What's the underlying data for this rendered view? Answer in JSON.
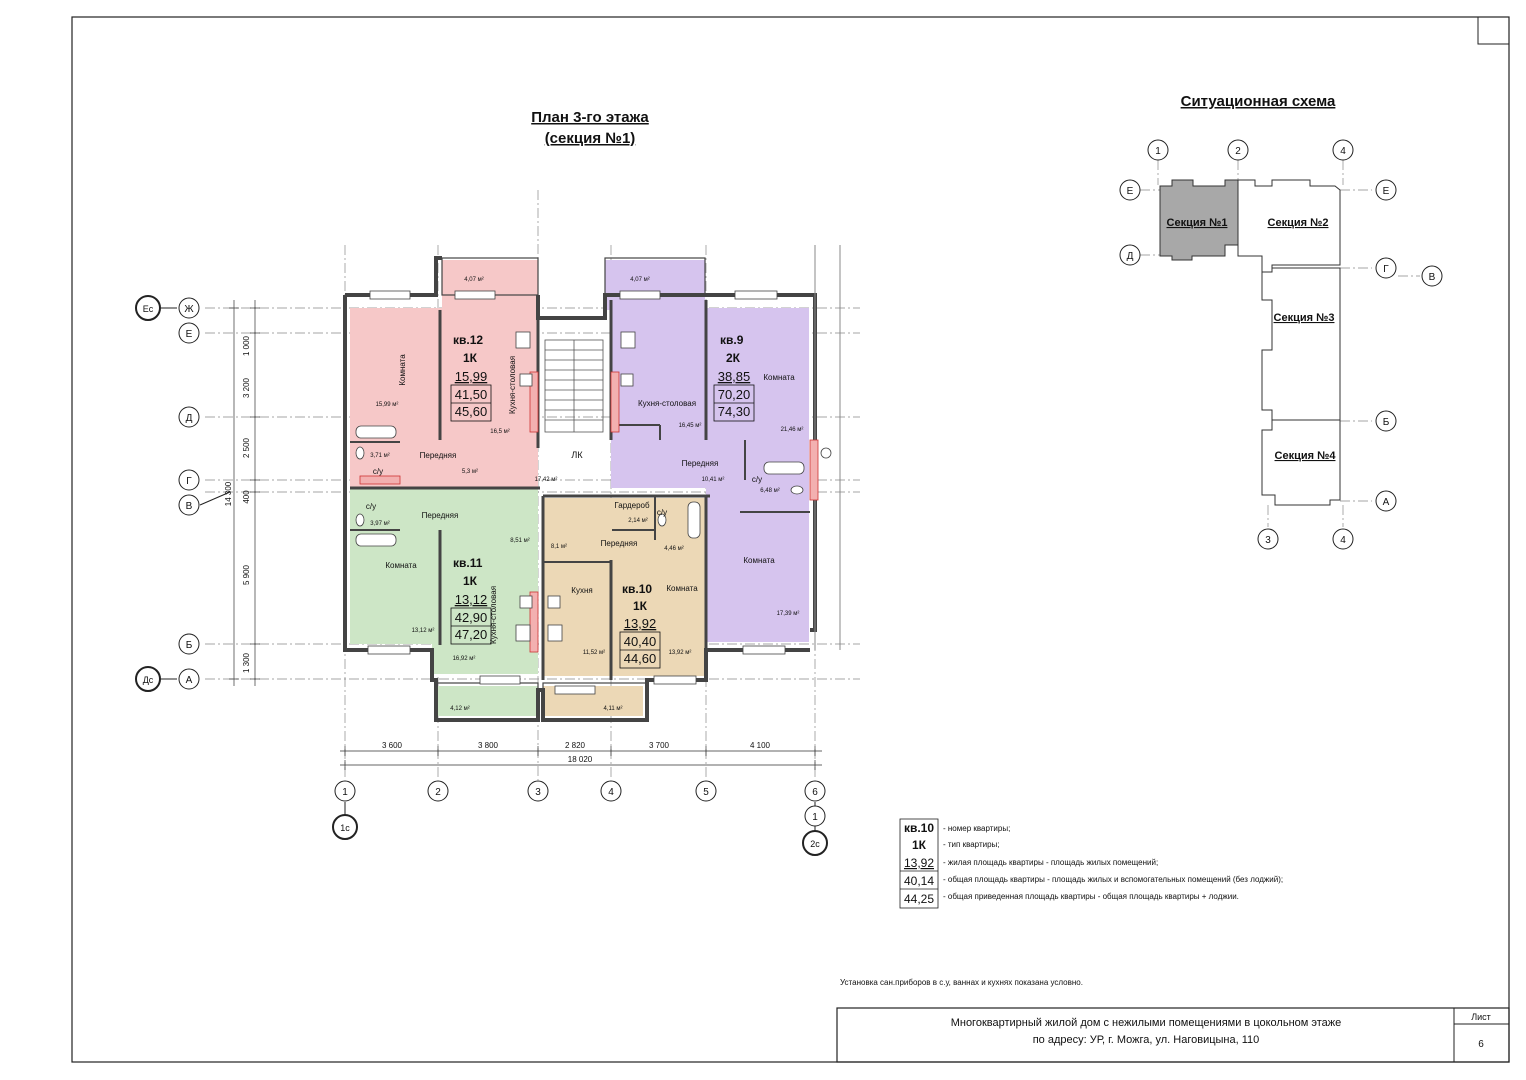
{
  "plan": {
    "title": "План 3-го этажа",
    "subtitle": "(секция №1)",
    "lk_label": "ЛК",
    "apartments": [
      {
        "number": "кв.12",
        "type": "1К",
        "living": "15,99",
        "total": "41,50",
        "reduced": "45,60"
      },
      {
        "number": "кв.9",
        "type": "2К",
        "living": "38,85",
        "total": "70,20",
        "reduced": "74,30"
      },
      {
        "number": "кв.11",
        "type": "1К",
        "living": "13,12",
        "total": "42,90",
        "reduced": "47,20"
      },
      {
        "number": "кв.10",
        "type": "1К",
        "living": "13,92",
        "total": "40,40",
        "reduced": "44,60"
      }
    ],
    "room_names": {
      "room": "Комната",
      "kitchen_dining": "Кухня-столовая",
      "hall": "Передняя",
      "bath": "с/у",
      "kitchen": "Кухня",
      "wardrobe": "Гардероб"
    },
    "areas": {
      "a12_balcony": "4,07 м²",
      "a12_room": "15,99 м²",
      "a12_kitchen": "16,5 м²",
      "a12_bath": "3,71 м²",
      "a12_hall": "5,3 м²",
      "a9_balcony": "4,07 м²",
      "a9_kitchen": "16,45 м²",
      "a9_room1": "21,46 м²",
      "a9_hall": "10,41 м²",
      "a9_bath": "6,48 м²",
      "a9_room2": "17,39 м²",
      "a11_bath": "3,97 м²",
      "a11_hall": "8,51 м²",
      "a11_room": "13,12 м²",
      "a11_kitchen": "16,92 м²",
      "a11_balcony": "4,12 м²",
      "a10_wardrobe": "2,14 м²",
      "a10_hall": "8,1 м²",
      "a10_bath": "4,46 м²",
      "a10_kitchen": "11,52 м²",
      "a10_room": "13,92 м²",
      "a10_balcony": "4,11 м²",
      "lk": "17,42 м²"
    },
    "row_axes": [
      "Ж",
      "Е",
      "Д",
      "Г",
      "В",
      "Б",
      "А"
    ],
    "row_axis_extra": [
      "Ес",
      "Дс"
    ],
    "vertical_dims": [
      "1 000",
      "3 200",
      "2 500",
      "400",
      "5 900",
      "1 300"
    ],
    "vertical_total": "14 300",
    "col_axes": [
      "1",
      "2",
      "3",
      "4",
      "5",
      "6"
    ],
    "col_axis_extra": [
      "1с",
      "1",
      "2с"
    ],
    "horizontal_dims": [
      "3 600",
      "3 800",
      "2 820",
      "3 700",
      "4 100"
    ],
    "horizontal_total": "18 020"
  },
  "situation": {
    "title": "Ситуационная схема",
    "sections": [
      "Секция №1",
      "Секция №2",
      "Секция №3",
      "Секция №4"
    ],
    "col_axes_top": [
      "1",
      "2",
      "4"
    ],
    "col_axes_bottom": [
      "3",
      "4"
    ],
    "row_axes_left": [
      "Е",
      "Д"
    ],
    "row_axes_right": [
      "Е",
      "Г",
      "В",
      "Б",
      "А"
    ]
  },
  "legend": {
    "sample": {
      "number": "кв.10",
      "type": "1К",
      "living": "13,92",
      "total": "40,14",
      "reduced": "44,25"
    },
    "items": [
      "- номер квартиры;",
      "- тип квартиры;",
      "- жилая площадь квартиры - площадь жилых помещений;",
      "- общая площадь квартиры - площадь жилых и вспомогательных помещений (без  лоджий);",
      "- общая приведенная площадь квартиры - общая площадь квартиры +  лоджии."
    ]
  },
  "note": "Установка  сан.приборов в с.у, ваннах и кухнях показана условно.",
  "title_block": {
    "line1": "Многоквартирный жилой дом с нежилыми помещениями в цокольном этаже",
    "line2": "по адресу: УР, г. Можга, ул. Наговицына, 110",
    "sheet_label": "Лист",
    "sheet_number": "6"
  },
  "colors": {
    "apt12": "#f6c8c8",
    "apt9": "#d6c4ee",
    "apt11": "#cde6c6",
    "apt10": "#ecd8b6",
    "section1": "#a8a8a8",
    "wall": "#555555"
  }
}
